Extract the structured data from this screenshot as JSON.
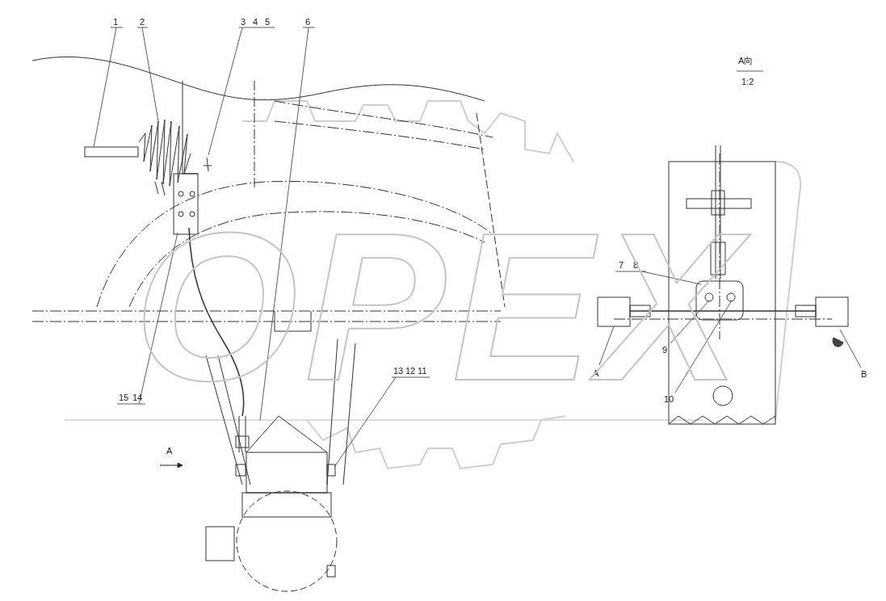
{
  "diagram": {
    "labels": [
      "1",
      "2",
      "3",
      "4",
      "5",
      "6",
      "A向",
      "1:2",
      "7",
      "8",
      "A",
      "9",
      "10",
      "B",
      "15",
      "14",
      "A",
      "13",
      "12",
      "11",
      "OPEX"
    ]
  }
}
